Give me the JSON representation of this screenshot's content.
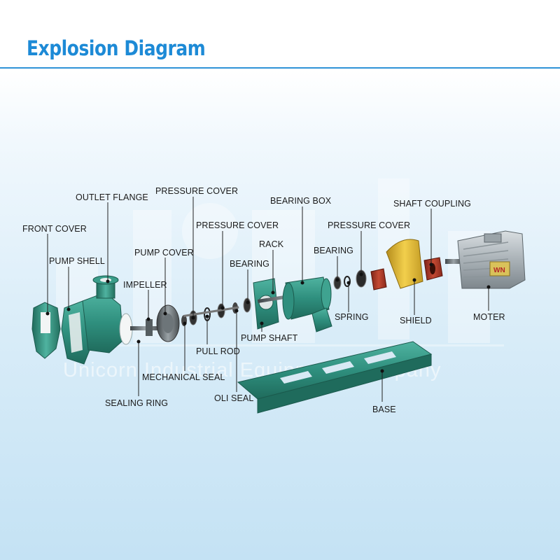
{
  "header": {
    "title": "Explosion Diagram"
  },
  "watermark": "Unicorn Industrial Equipment Company",
  "labels": {
    "front_cover": "FRONT COVER",
    "pump_shell": "PUMP SHELL",
    "outlet_flange": "OUTLET FLANGE",
    "pressure_cover_1": "PRESSURE COVER",
    "pump_cover": "PUMP COVER",
    "impeller": "IMPELLER",
    "pressure_cover_2": "PRESSURE COVER",
    "bearing_1": "BEARING",
    "rack": "RACK",
    "bearing_box": "BEARING BOX",
    "pressure_cover_3": "PRESSURE COVER",
    "bearing_2": "BEARING",
    "shaft_coupling": "SHAFT COUPLING",
    "spring": "SPRING",
    "shield": "SHIELD",
    "moter": "MOTER",
    "pull_rod": "PULL ROD",
    "pump_shaft": "PUMP SHAFT",
    "mechanical_seal": "MECHANICAL SEAL",
    "oli_seal": "OLI SEAL",
    "sealing_ring": "SEALING RING",
    "base": "BASE"
  },
  "motor_badge": "WN",
  "colors": {
    "accent": "#1d8ad6",
    "pump_green": "#2f8f7e",
    "shield_yellow": "#e8c23a",
    "coupling_red": "#b23a28",
    "motor_grey": "#aeb6bb"
  }
}
